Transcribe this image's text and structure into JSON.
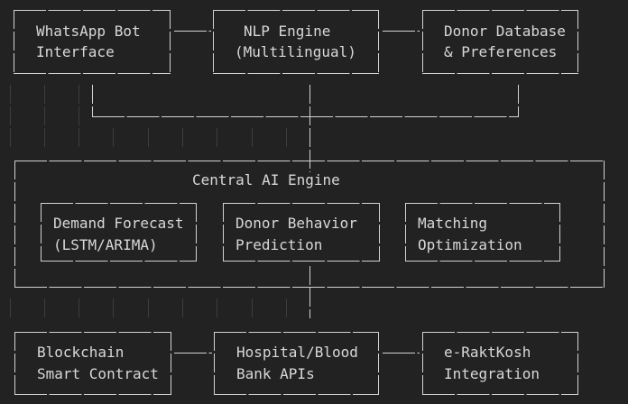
{
  "colors": {
    "background": "#222222",
    "line": "#d2d2d2",
    "text": "#d8d8d8",
    "dim": "#3d3d3d"
  },
  "diagram": {
    "top_row": [
      {
        "label_line1": "WhatsApp Bot",
        "label_line2": "Interface"
      },
      {
        "label_line1": "NLP Engine",
        "label_line2": "(Multilingual)"
      },
      {
        "label_line1": "Donor Database",
        "label_line2": "& Preferences"
      }
    ],
    "central": {
      "title": "Central AI Engine",
      "modules": [
        {
          "label_line1": "Demand Forecast",
          "label_line2": "(LSTM/ARIMA)"
        },
        {
          "label_line1": "Donor Behavior",
          "label_line2": "Prediction"
        },
        {
          "label_line1": "Matching",
          "label_line2": "Optimization"
        }
      ]
    },
    "bottom_row": [
      {
        "label_line1": "Blockchain",
        "label_line2": "Smart Contract"
      },
      {
        "label_line1": "Hospital/Blood",
        "label_line2": "Bank APIs"
      },
      {
        "label_line1": "e-RaktKosh",
        "label_line2": "Integration"
      }
    ]
  }
}
